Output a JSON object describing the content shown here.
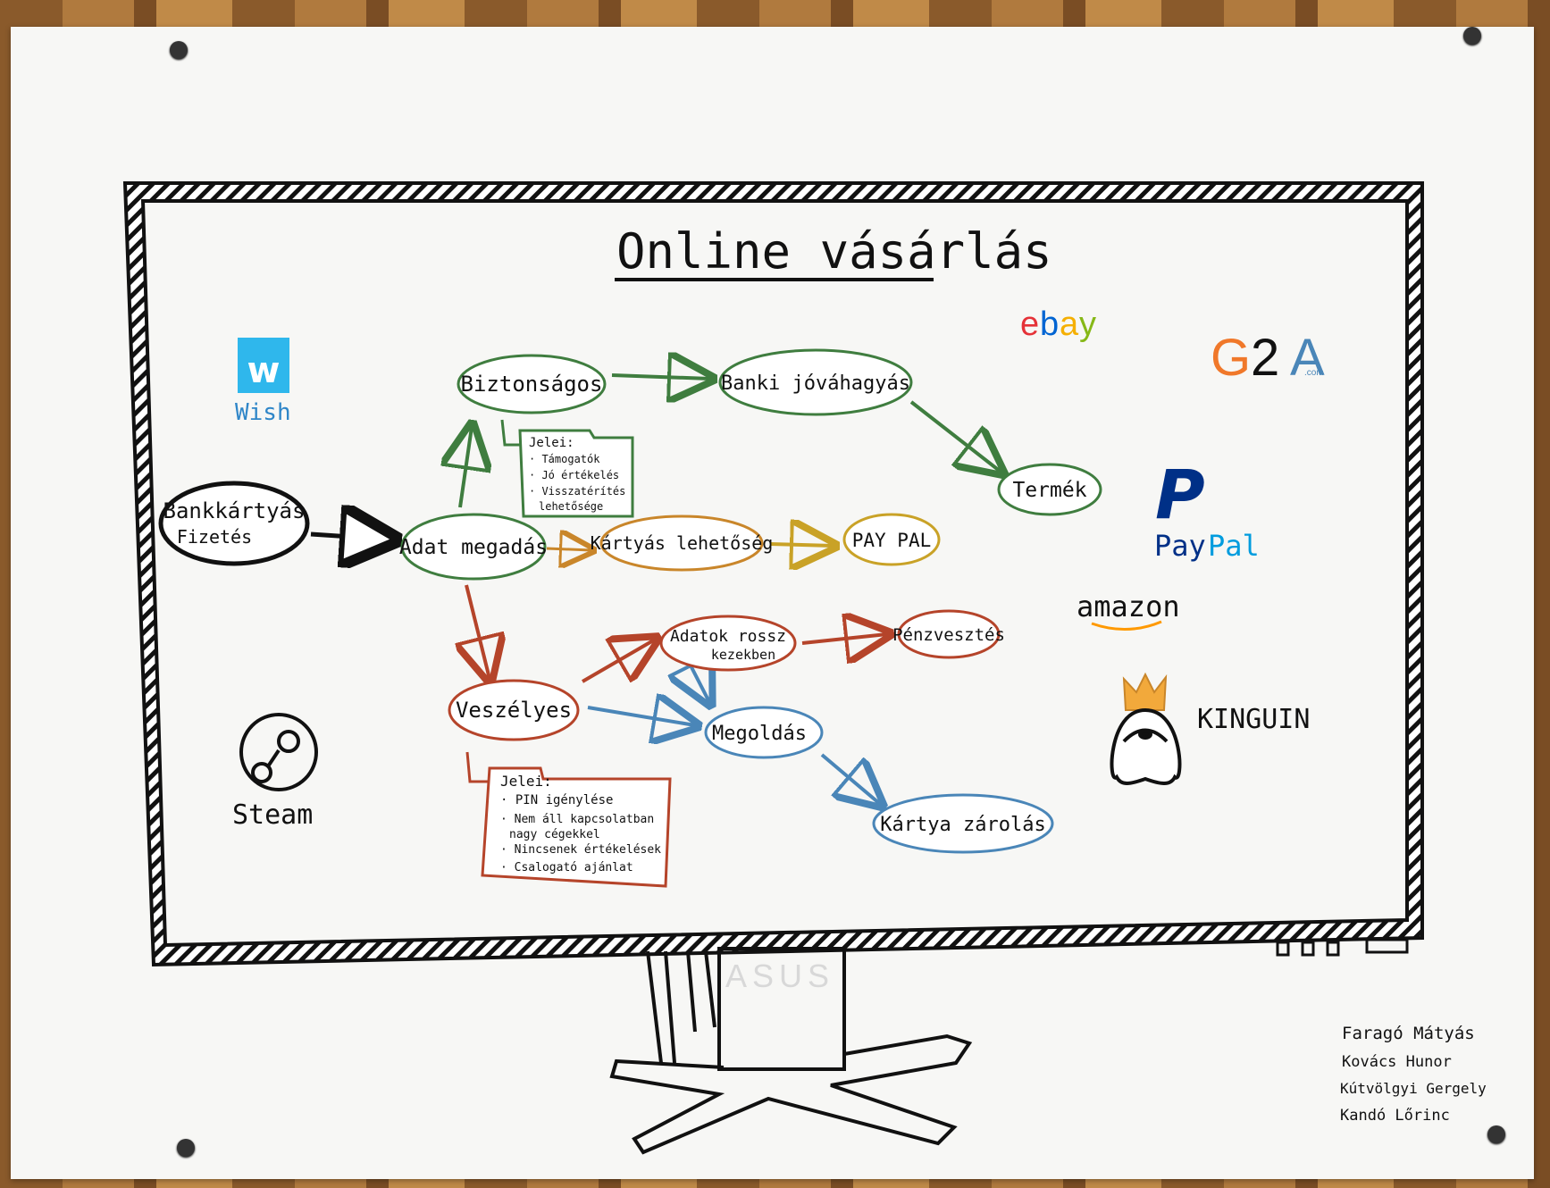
{
  "title": "Online vásárlás",
  "nodes": {
    "bankkartyas": [
      "Bankkártyás",
      "Fizetés"
    ],
    "adat": "Adat megadás",
    "biztonsagos": "Biztonságos",
    "banki": "Banki jóváhagyás",
    "termek": "Termék",
    "kartyas": "Kártyás lehetőség",
    "paypal_node": "PAY PAL",
    "veszelyes": "Veszélyes",
    "adatok": [
      "Adatok rossz",
      "kezekben"
    ],
    "penz": "Pénzvesztés",
    "megoldas": "Megoldás",
    "karty_zar": "Kártya zárolás"
  },
  "safe_note": {
    "heading": "Jelei:",
    "items": [
      "· Támogatók",
      "· Jó értékelés",
      "· Visszatérítés",
      "lehetősége"
    ]
  },
  "danger_note": {
    "heading": "Jelei:",
    "items": [
      "· PIN igénylése",
      "· Nem áll kapcsolatban",
      "nagy cégekkel",
      "· Nincsenek értékelések",
      "· Csalogató ajánlat"
    ]
  },
  "logos": {
    "wish": "Wish",
    "wish_icon": "w",
    "ebay": [
      "e",
      "b",
      "a",
      "y"
    ],
    "g2a": [
      "G",
      "2",
      "A"
    ],
    "g2a_suffix": ".com",
    "paypal_icon": "P",
    "paypal": [
      "Pay",
      "Pal"
    ],
    "amazon": "amazon",
    "kinguin": "KINGUIN",
    "steam": "Steam",
    "asus": "ASUS"
  },
  "authors": [
    "Faragó Mátyás",
    "Kovács Hunor",
    "Kútvölgyi Gergely",
    "Kandó Lőrinc"
  ],
  "colors": {
    "safe": "#3f7d3f",
    "danger": "#b5442a",
    "neutral": "#8c5a2a",
    "paypal": "#c9a227",
    "blue": "#4a86b8",
    "ink": "#111111",
    "ebay_e": "#e53238",
    "ebay_b": "#0064d2",
    "ebay_a": "#f5af02",
    "ebay_y": "#86b817",
    "g2a_orange": "#f0782a",
    "paypal_dark": "#003087",
    "paypal_light": "#009cde",
    "amazon_orange": "#ff9900",
    "wish_blue": "#2fb7ec"
  }
}
